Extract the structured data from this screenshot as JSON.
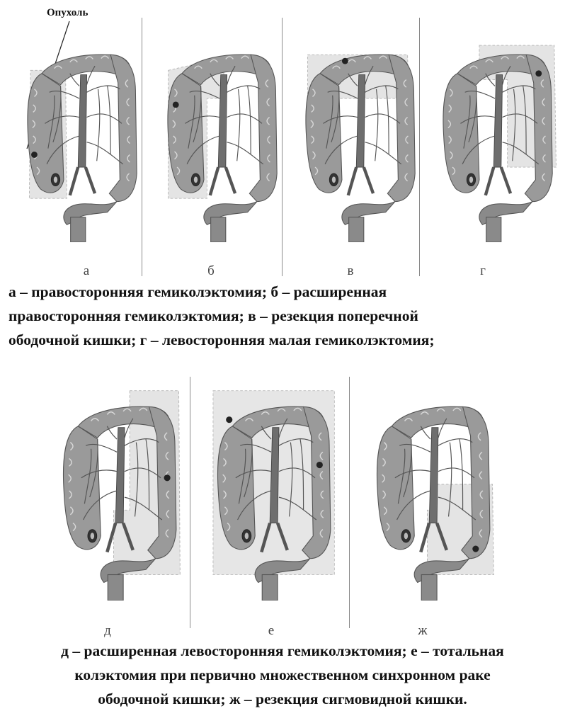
{
  "tumor_label": "Опухоль",
  "panels_top": [
    {
      "letter": "а"
    },
    {
      "letter": "б"
    },
    {
      "letter": "в"
    },
    {
      "letter": "г"
    }
  ],
  "panels_bottom": [
    {
      "letter": "д"
    },
    {
      "letter": "е"
    },
    {
      "letter": "ж"
    }
  ],
  "caption_top": [
    "а – правосторонняя гемиколэктомия; б – расширенная",
    "правосторонняя гемиколэктомия; в – резекция поперечной",
    "ободочной кишки; г – левосторонняя малая гемиколэктомия;"
  ],
  "caption_bottom": [
    "д – расширенная левосторонняя гемиколэктомия; е – тотальная",
    "колэктомия при первично множественном синхронном раке",
    "ободочной кишки;  ж – резекция сигмовидной кишки."
  ],
  "colors": {
    "bowel": "#9a9a9a",
    "bowel_dark": "#6e6e6e",
    "vessel": "#555555",
    "resect": "#d0d0d0"
  }
}
